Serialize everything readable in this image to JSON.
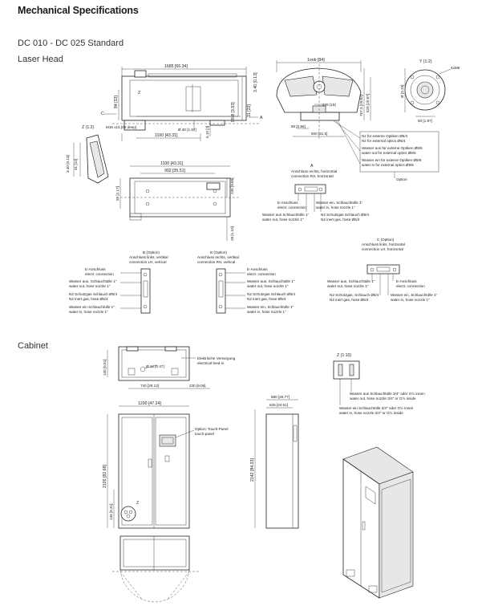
{
  "page": {
    "title": "Mechanical Specifications",
    "subtitle": "DC 010 - DC 025 Standard",
    "section_laser": "Laser Head",
    "section_cabinet": "Cabinet"
  },
  "laser_head": {
    "dim_length": "1685 [66.34]",
    "dim_top": "1oob [84]",
    "dim_998": "99.8 [3.93]",
    "dim_h1": "84 [33]",
    "dim_h2": "31 [22]",
    "dim_thread": "M16 x15 [06 deep]",
    "dim_dia40": "Ø 40 [1.57]",
    "dim_1100": "1100 [43.31]",
    "dim_510": "5.10 [2]",
    "dim_485": "485 [19]",
    "dim_65": "65 [2.56]",
    "dim_800": "800 [31.5]",
    "dim_757": "757.3 [29.82]",
    "dim_525": "525 [20.67]",
    "label_y": "Y (1:2)",
    "label_4m6": "4xM6",
    "dim_ring": "Ø [3.19]",
    "dim_ring_h": "50 [1.97]",
    "label_z": "Z (1:2)",
    "label_z_mark": "Z",
    "label_c": "C",
    "label_a": "A",
    "label_b": "B",
    "dim_side": "3.40 [0.13]",
    "dim_1100b": "1100 [43.31]",
    "dim_902": "902 [35.51]",
    "dim_55": "55 [2.17]",
    "dim_245": "245 [9.65]",
    "dim_28": "28 [1.10]",
    "option_note": [
      "Nz für externe Optiken Ø6/4",
      "Nz for external optics Ø6/4",
      "Wasser aus für externe Optiken Ø8/6",
      "water out for external optics Ø8/6",
      "Wasser ein für externe Optiken Ø8/6",
      "water in for external optics Ø8/6"
    ],
    "option_label": "Option",
    "view_a": {
      "title": "A",
      "caption": [
        "Anschluss rechts, horizontal",
        "connection RH, horizontal"
      ],
      "labels": [
        "E-Anschluss",
        "electr. connection",
        "Wasser ein, Schlauchtülle 1\"",
        "water in, hose nozzle 1\"",
        "Wasser aus Schlauchtülle 1\"",
        "water out, hose nozzle 1\"",
        "N2 Schutzgas Schlauch Ø6/4",
        "N2 inert gas, hose Ø6/4"
      ]
    },
    "view_b1": {
      "title": "B (Option)",
      "caption": [
        "Anschluss links, vertikal",
        "connection LH, vertical"
      ],
      "labels": [
        "E-Anschluss",
        "electr. connection",
        "Wasser aus, Schlauchtülle 1\"",
        "water out, hose nozzle 1\"",
        "N2 Schutzgas Schlauch Ø6/4",
        "N2 inert gas, hose Ø6/4",
        "Wasser ein Schlauchtülle 1\"",
        "water in, hose nozzle 1\""
      ]
    },
    "view_b2": {
      "title": "B (Option)",
      "caption": [
        "Anschluss rechts, vertikal",
        "connection RH, vertical"
      ],
      "labels": [
        "E-Anschluss",
        "electr. connection",
        "Wasser aus, Schlauchtülle 1\"",
        "water out, hose nozzle 1\"",
        "N2 Schutzgas Schlauch Ø6/4",
        "N2 inert gas, hose Ø6/4",
        "Wasser ein, Schlauchtülle 1\"",
        "water in, hose nozzle 1\""
      ]
    },
    "view_c": {
      "title": "C (Option)",
      "caption": [
        "Anschluss links, horizontal",
        "connection LH, horizontal"
      ],
      "labels": [
        "Wasser aus, Schlauchtülle 1\"",
        "water out, hose nozzle 1\"",
        "E-Anschluss",
        "electr. connection",
        "N2 Schutzgas, Schlauch Ø6/4",
        "N2 inert gas, hose Ø6/4",
        "Wasser ein, Schlauchtülle 1\"",
        "water in, hose nozzle 1\""
      ]
    }
  },
  "cabinet": {
    "dim_width": "1200 [47.24]",
    "dim_140": "140 [5.51]",
    "dim_hole": "Ø 12 [0.47]",
    "dim_740": "740 [29.13]",
    "dim_230": "230 [9.06]",
    "dim_height": "2100 [82.68]",
    "dim_135": "135 [5.31]",
    "dim_680": "680 [26.77]",
    "dim_625": "625 [24.61]",
    "dim_2142": "2142 [84.33]",
    "supply": [
      "Elektrische Versorgung",
      "electrical feed-in"
    ],
    "touch": [
      "Option: Touch-Panel",
      "touch-panel"
    ],
    "label_z": "Z",
    "detail_z": "Z (1:10)",
    "detail_labels": [
      "Wasser aus Schlauchtülle 3/4\" oder G½ innen",
      "water out, hose nozzle 3/4\" or G½ inside",
      "Wasser ein Schlauchtülle 3/4\" oder G½ innen",
      "water in, hose nozzle 3/4\" or G½ inside"
    ]
  }
}
